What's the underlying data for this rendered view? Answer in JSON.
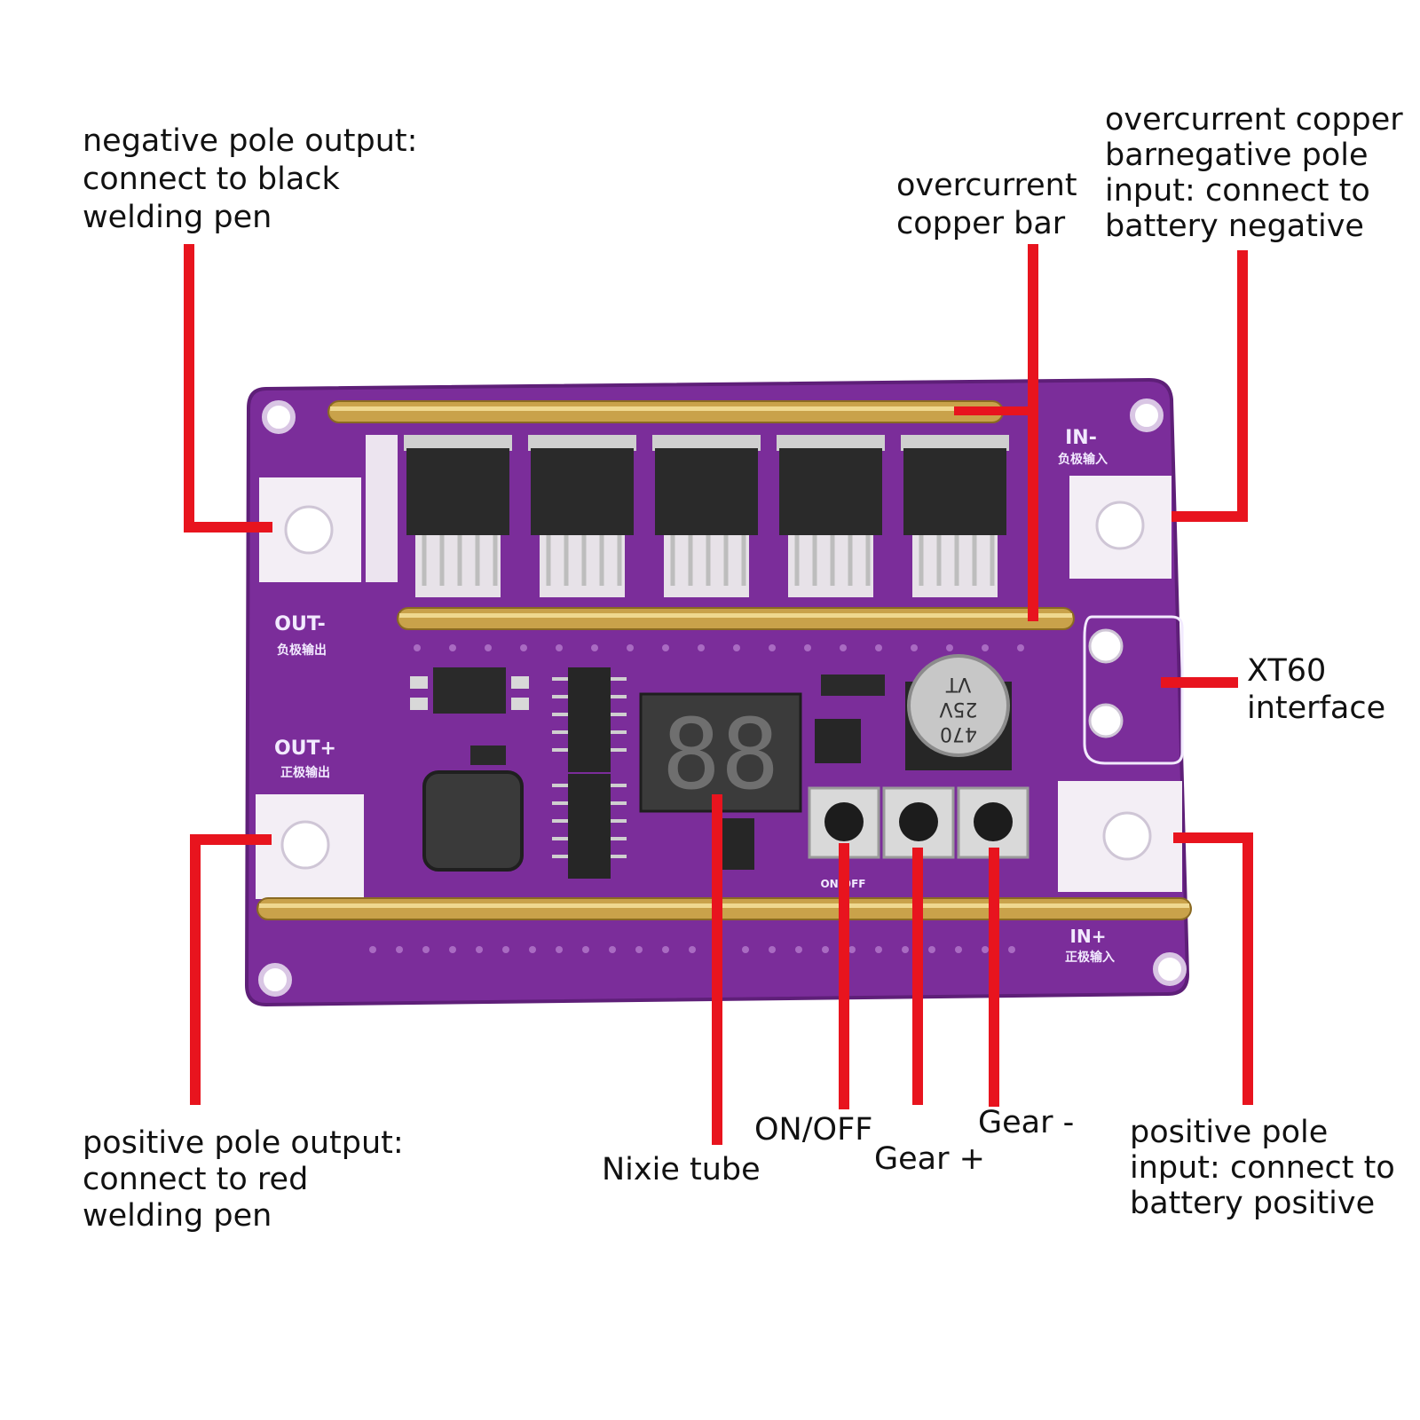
{
  "colors": {
    "pcb": "#7b2d9a",
    "pcb_dark": "#5e1f78",
    "copper_bar": "#c9a24a",
    "leader": "#e8141e",
    "pad": "#f3eef5",
    "component": "#2a2a2a"
  },
  "callouts": {
    "neg_output": "negative pole output:\nconnect to black\nwelding pen",
    "copper_bar": "overcurrent\ncopper bar",
    "neg_input": "overcurrent copper\nbarnegative pole\ninput: connect to\nbattery negative",
    "xt60": "XT60\ninterface",
    "pos_output": "positive pole output:\nconnect to red\nwelding pen",
    "nixie": "Nixie tube",
    "on_off": "ON/OFF",
    "gear_plus": "Gear +",
    "gear_minus": "Gear -",
    "pos_input": "positive pole\ninput: connect to\nbattery positive"
  },
  "board": {
    "out_minus": "OUT-",
    "out_minus_cn": "负极输出",
    "out_plus": "OUT+",
    "out_plus_cn": "正极输出",
    "in_minus": "IN-",
    "in_minus_cn": "负极输入",
    "in_plus": "IN+",
    "in_plus_cn": "正极输入",
    "onoff_silk": "ON OFF",
    "display_digits": "88",
    "capacitor_text": "470\n25V\nVT"
  }
}
